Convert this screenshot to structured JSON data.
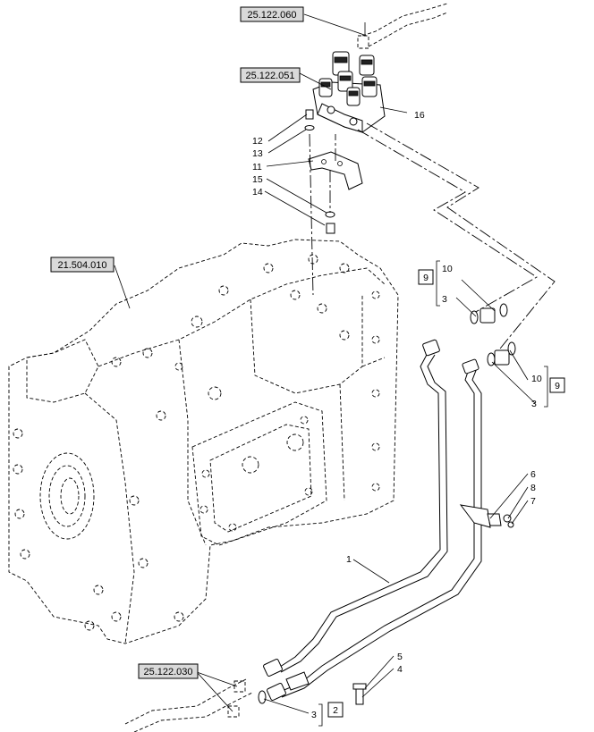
{
  "reference_labels": {
    "ref_25_122_060": "25.122.060",
    "ref_25_122_051": "25.122.051",
    "ref_21_504_010": "21.504.010",
    "ref_25_122_030": "25.122.030"
  },
  "callouts": {
    "c16": "16",
    "c12": "12",
    "c13": "13",
    "c11": "11",
    "c15": "15",
    "c14": "14",
    "c10_top": "10",
    "c3_top": "3",
    "c10_right": "10",
    "c3_right": "3",
    "c6": "6",
    "c8": "8",
    "c7": "7",
    "c1": "1",
    "c5": "5",
    "c4": "4",
    "c3_bottom": "3"
  },
  "boxed_labels": {
    "box9_top": "9",
    "box9_right": "9",
    "box2_bottom": "2"
  }
}
